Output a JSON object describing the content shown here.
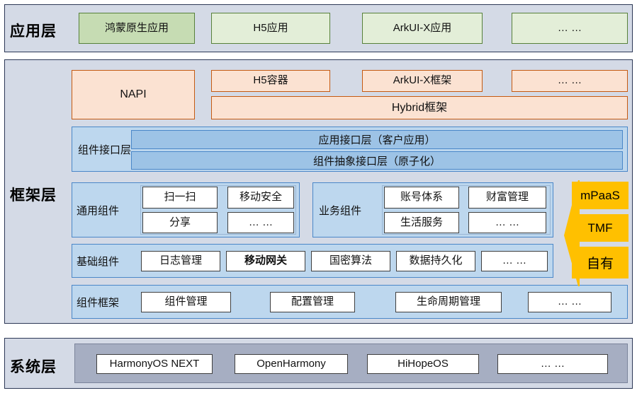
{
  "diagram": {
    "title": "HarmonyOS mobile framework layered architecture",
    "colors": {
      "panel_fill": "#d4dae6",
      "panel_border": "#2c3856",
      "green_fill": "#e3eed8",
      "green_accent_fill": "#c6dcb3",
      "green_border": "#57813a",
      "orange_fill": "#fbe2d2",
      "orange_border": "#c55a11",
      "blue_group_fill": "#bdd7ee",
      "blue_sub_fill": "#9dc3e6",
      "blue_border": "#4a87c8",
      "tag_fill": "#ffc000",
      "system_bar_fill": "#a6aec2",
      "chip_fill": "#ffffff",
      "chip_border": "#3f3f3f"
    },
    "layers": {
      "application": {
        "label": "应用层",
        "items": [
          {
            "label": "鸿蒙原生应用",
            "accent": true
          },
          {
            "label": "H5应用",
            "accent": false
          },
          {
            "label": "ArkUI-X应用",
            "accent": false
          },
          {
            "label": "… …",
            "accent": false
          }
        ]
      },
      "framework": {
        "label": "框架层",
        "bridge": {
          "napi": "NAPI",
          "top_row": [
            "H5容器",
            "ArkUI-X框架",
            "… …"
          ],
          "hybrid": "Hybrid框架"
        },
        "interface_group": {
          "label": "组件接口层",
          "rows": [
            "应用接口层（客户应用）",
            "组件抽象接口层（原子化）"
          ]
        },
        "common_group": {
          "label": "通用组件",
          "chips": [
            "扫一扫",
            "移动安全",
            "分享",
            "… …"
          ]
        },
        "business_group": {
          "label": "业务组件",
          "chips": [
            "账号体系",
            "财富管理",
            "生活服务",
            "… …"
          ]
        },
        "base_group": {
          "label": "基础组件",
          "chips": [
            "日志管理",
            "移动网关",
            "国密算法",
            "数据持久化",
            "… …"
          ],
          "bold_chip": "移动网关"
        },
        "framework_group": {
          "label": "组件框架",
          "chips": [
            "组件管理",
            "配置管理",
            "生命周期管理",
            "… …"
          ]
        },
        "side_tags": [
          "mPaaS",
          "TMF",
          "自有"
        ]
      },
      "system": {
        "label": "系统层",
        "items": [
          "HarmonyOS NEXT",
          "OpenHarmony",
          "HiHopeOS",
          "… …"
        ]
      }
    }
  }
}
